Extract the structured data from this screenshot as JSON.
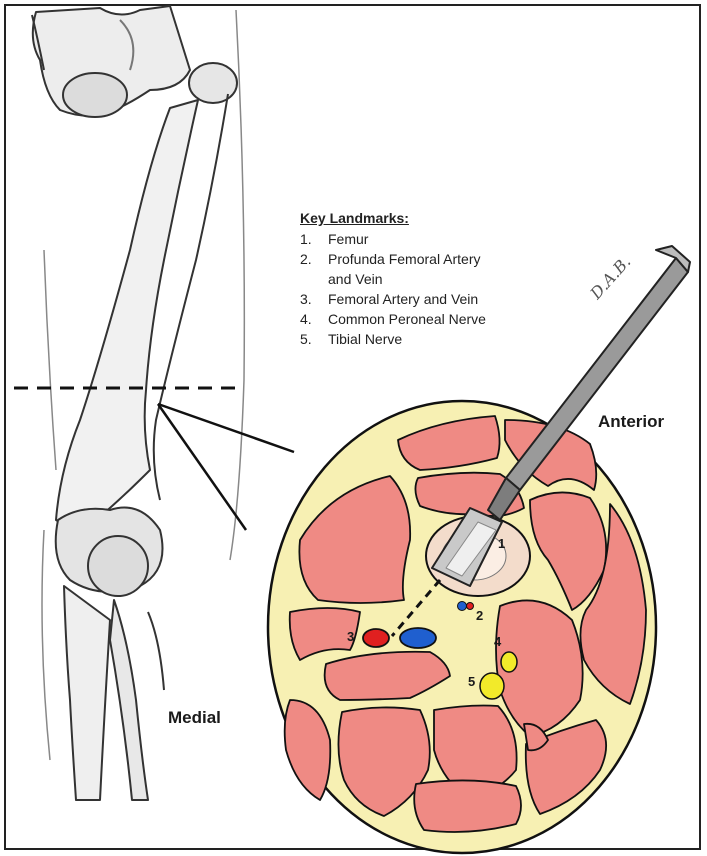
{
  "legend": {
    "title": "Key Landmarks:",
    "items": [
      {
        "num": "1.",
        "text": "Femur"
      },
      {
        "num": "2.",
        "text": "Profunda Femoral Artery and Vein"
      },
      {
        "num": "3.",
        "text": "Femoral Artery and Vein"
      },
      {
        "num": "4.",
        "text": "Common Peroneal Nerve"
      },
      {
        "num": "5.",
        "text": "Tibial Nerve"
      }
    ]
  },
  "orientation": {
    "anterior": "Anterior",
    "medial": "Medial"
  },
  "landmark_labels": {
    "one": "1",
    "two": "2",
    "three": "3",
    "four": "4",
    "five": "5"
  },
  "signature": "D.A.B.",
  "colors": {
    "muscle": "#ef8a84",
    "fat": "#f7f0b3",
    "bone": "#f3dccb",
    "artery": "#e02020",
    "vein": "#1f5fcf",
    "nerve": "#f2ea2a",
    "outline": "#1a1a1a"
  }
}
